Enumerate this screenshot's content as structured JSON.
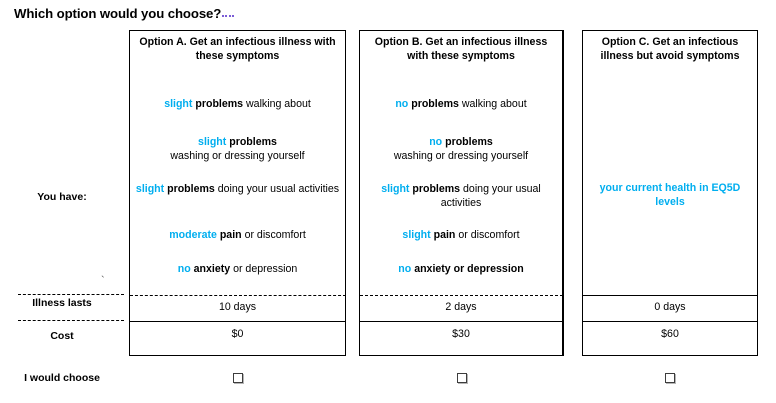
{
  "page": {
    "title": "Which option would you choose?",
    "accent_color": "#00AEEF",
    "text_color": "#000000",
    "background": "#ffffff",
    "spellcheck_mark": "dotted-underline"
  },
  "row_labels": {
    "you_have": "You have:",
    "illness_lasts": "Illness lasts",
    "cost": "Cost",
    "i_would_choose": "I would choose",
    "stray_mark": "`"
  },
  "options": [
    {
      "id": "a",
      "header": "Option A. Get an infectious illness with these symptoms",
      "symptoms": [
        {
          "parts": [
            {
              "t": "slight",
              "s": "hl"
            },
            {
              "t": " problems",
              "s": "bd"
            },
            {
              "t": " walking about",
              "s": ""
            }
          ]
        },
        {
          "parts": [
            {
              "t": "slight",
              "s": "hl"
            },
            {
              "t": " problems",
              "s": "bd"
            },
            {
              "t": "\n",
              "s": "br"
            },
            {
              "t": "washing or dressing yourself",
              "s": ""
            }
          ]
        },
        {
          "parts": [
            {
              "t": "slight",
              "s": "hl"
            },
            {
              "t": " problems",
              "s": "bd"
            },
            {
              "t": " doing your usual activities",
              "s": ""
            }
          ]
        },
        {
          "parts": [
            {
              "t": "moderate",
              "s": "hl"
            },
            {
              "t": " pain",
              "s": "bd"
            },
            {
              "t": " or discomfort",
              "s": ""
            }
          ]
        },
        {
          "parts": [
            {
              "t": "no",
              "s": "hl"
            },
            {
              "t": " anxiety",
              "s": "bd"
            },
            {
              "t": " or depression",
              "s": ""
            }
          ]
        }
      ],
      "blurb": "",
      "duration": "10 days",
      "cost": "$0",
      "checkbox_checked": false
    },
    {
      "id": "b",
      "header": "Option B.  Get an infectious illness with these symptoms",
      "symptoms": [
        {
          "parts": [
            {
              "t": "no",
              "s": "hl"
            },
            {
              "t": " problems",
              "s": "bd"
            },
            {
              "t": " walking about",
              "s": ""
            }
          ]
        },
        {
          "parts": [
            {
              "t": "no",
              "s": "hl"
            },
            {
              "t": " problems",
              "s": "bd"
            },
            {
              "t": "\n",
              "s": "br"
            },
            {
              "t": "washing or dressing yourself",
              "s": ""
            }
          ]
        },
        {
          "parts": [
            {
              "t": "slight",
              "s": "hl"
            },
            {
              "t": " problems",
              "s": "bd"
            },
            {
              "t": " doing your usual activities",
              "s": ""
            }
          ]
        },
        {
          "parts": [
            {
              "t": "slight",
              "s": "hl"
            },
            {
              "t": " pain",
              "s": "bd"
            },
            {
              "t": " or discomfort",
              "s": ""
            }
          ]
        },
        {
          "parts": [
            {
              "t": "no",
              "s": "hl"
            },
            {
              "t": " anxiety or depression",
              "s": "bd"
            }
          ]
        }
      ],
      "blurb": "",
      "duration": "2 days",
      "cost": "$30",
      "checkbox_checked": false
    },
    {
      "id": "c",
      "header": "Option C. Get an infectious illness but avoid symptoms",
      "symptoms": [],
      "blurb": "your current health in EQ5D levels",
      "duration": "0 days",
      "cost": "$60",
      "checkbox_checked": false
    }
  ]
}
